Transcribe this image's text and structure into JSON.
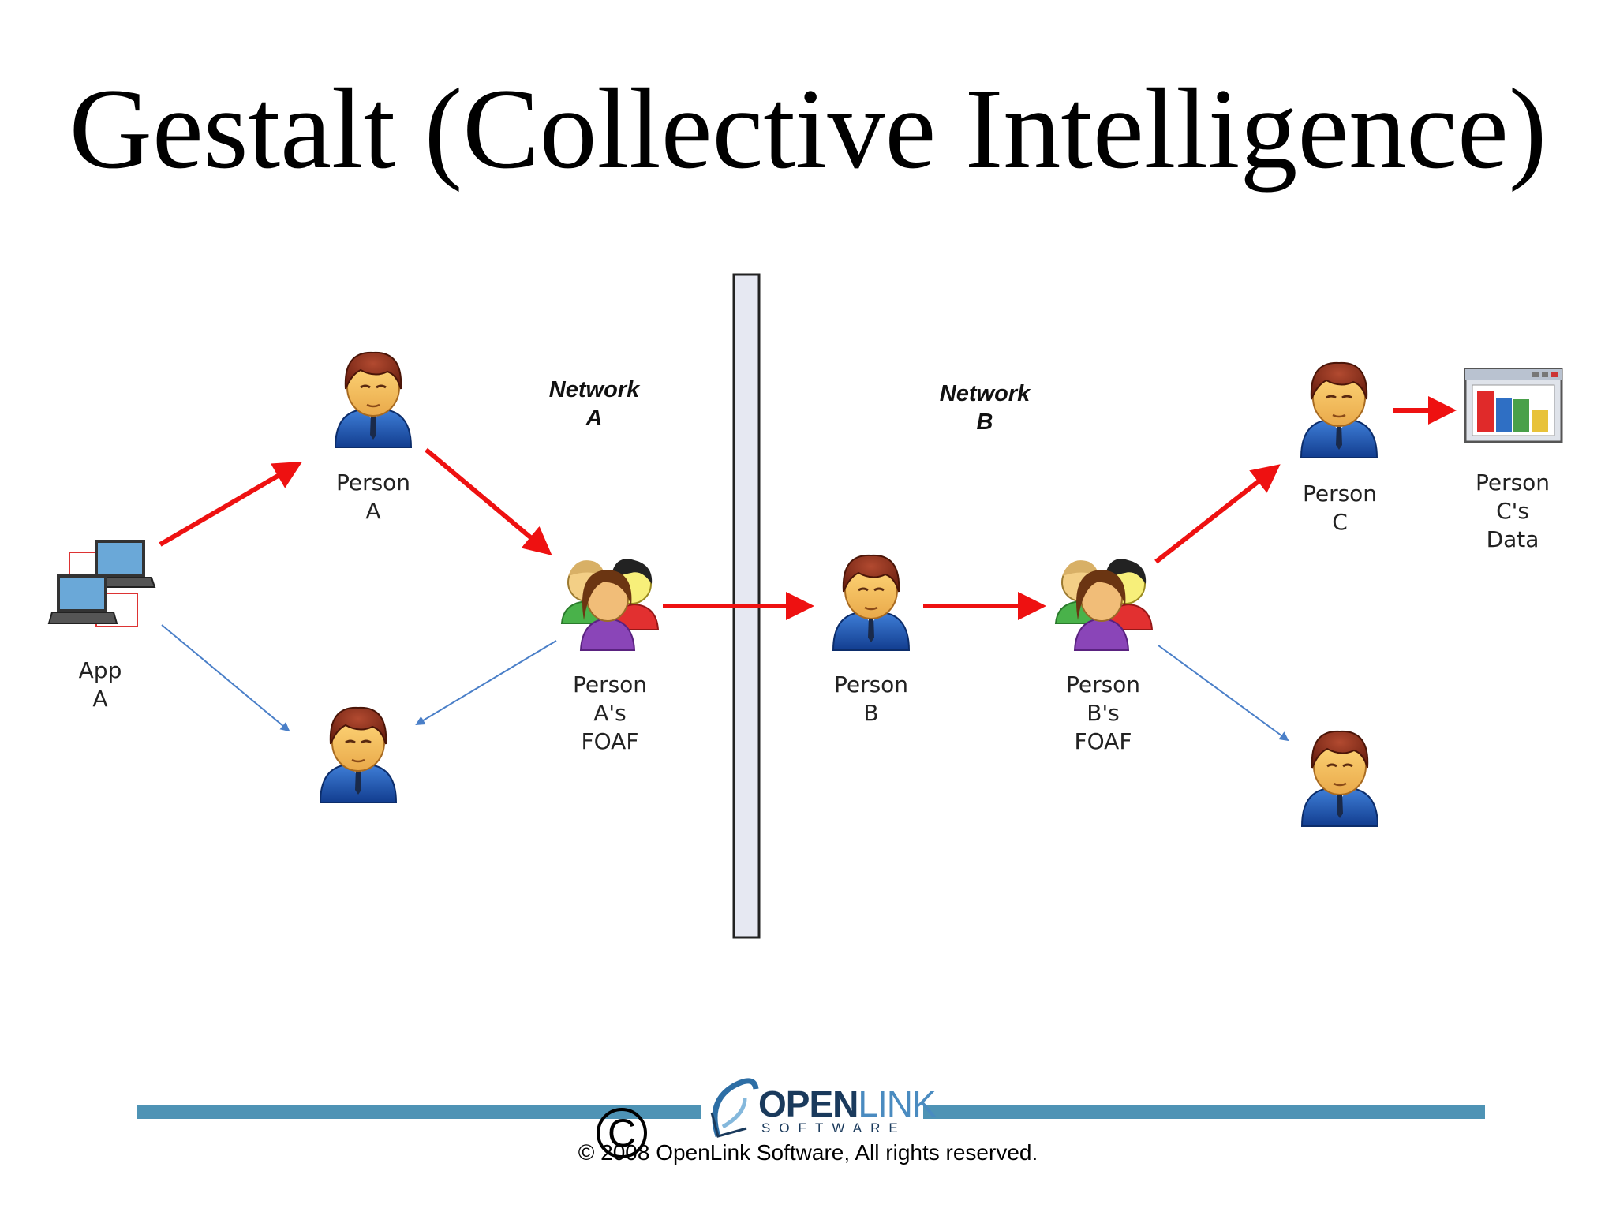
{
  "slide": {
    "title": "Gestalt (Collective Intelligence)"
  },
  "diagram": {
    "network_a": [
      "Network",
      "A"
    ],
    "network_b": [
      "Network",
      "B"
    ],
    "nodes": {
      "app_a": [
        "App",
        "A"
      ],
      "person_a": [
        "Person",
        "A"
      ],
      "person_a_foaf": [
        "Person",
        "A's",
        "FOAF"
      ],
      "person_b": [
        "Person",
        "B"
      ],
      "person_b_foaf": [
        "Person",
        "B's",
        "FOAF"
      ],
      "person_c": [
        "Person",
        "C"
      ],
      "person_c_data": [
        "Person",
        "C's",
        "Data"
      ]
    },
    "colors": {
      "strong_edge": "#ee1111",
      "weak_edge": "#4a7fc8",
      "divider_fill": "#e6e8f2"
    }
  },
  "footer": {
    "logo_open": "OPEN",
    "logo_link": "LINK",
    "logo_sub": "SOFTWARE",
    "copyright": "© 2008 OpenLink Software, All rights reserved.",
    "bar_color": "#4e93b5"
  }
}
